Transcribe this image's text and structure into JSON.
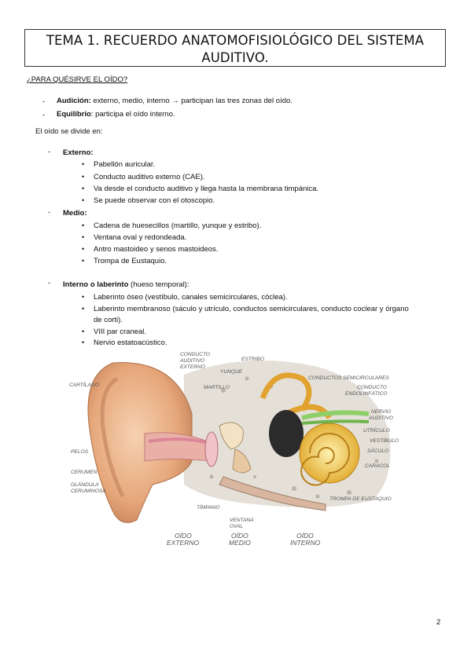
{
  "title_line1": "TEMA 1. RECUERDO ANATOMOFISIOLÓGICO DEL SISTEMA",
  "title_line2": "AUDITIVO.",
  "question": "¿PARA QUÉSIRVE EL OÍDO?",
  "uses": [
    {
      "term": "Audición:",
      "text": " externo, medio, interno → participan las tres zonas del oído."
    },
    {
      "term": "Equilibrio",
      "text": ": participa el oído interno."
    }
  ],
  "divide_intro": "El oído se divide en:",
  "sections": [
    {
      "head": "Externo:",
      "head_extra": "",
      "items": [
        "Pabellón auricular.",
        "Conducto auditivo externo (CAE).",
        "Va desde el conducto auditivo y llega hasta la membrana timpánica.",
        "Se puede observar con el otoscopio."
      ]
    },
    {
      "head": "Medio:",
      "head_extra": "",
      "items": [
        "Cadena de huesecillos (martillo, yunque y estribo).",
        "Ventana oval y redondeada.",
        "Antro mastoideo y senos mastoideos.",
        "Trompa de Eustaquio."
      ]
    },
    {
      "head": "Interno o laberinto",
      "head_extra": " (hueso temporal):",
      "items": [
        "Laberinto óseo (vestíbulo, canales semicirculares, cóclea).",
        "Laberinto membranoso (sáculo y utrículo, conductos semicirculares, conducto coclear y órgano",
        "de corti).",
        "VIII par craneal.",
        "Nervio estatoacústico."
      ]
    }
  ],
  "bullet_char": "•",
  "dash_char": "-",
  "figure_labels": {
    "cae_1": "CONDUCTO",
    "cae_2": "AUDITIVO",
    "cae_3": "EXTERNO",
    "estribo": "ESTRIBO",
    "yunque": "YUNQUE",
    "martillo": "MARTILLO",
    "cartilago": "CARTÍLAGO",
    "conductos_semi": "CONDUCTOS SEMICIRCULARES",
    "conducto_endo_1": "CONDUCTO",
    "conducto_endo_2": "ENDOLINFÁTICO",
    "nervio_1": "NERVIO",
    "nervio_2": "AUDITIVO",
    "utriculo": "UTRÍCULO",
    "vestibulo": "VESTÍBULO",
    "saculo": "SÁCULO",
    "caracol": "CARACOL",
    "pelos": "PELOS",
    "cerumen": "CERUMEN",
    "glandula_1": "GLÁNDULA",
    "glandula_2": "CERUMINOSA",
    "trompa": "TROMPA DE EUSTAQUIO",
    "timpano": "TÍMPANO",
    "ventana_1": "VENTANA",
    "ventana_2": "OVAL",
    "oido_a": "OÍDO",
    "externo": "EXTERNO",
    "oido_b": "OÍDO",
    "medio": "MEDIO",
    "oido_c": "OÍDO",
    "interno": "INTERNO"
  },
  "page_number": "2"
}
